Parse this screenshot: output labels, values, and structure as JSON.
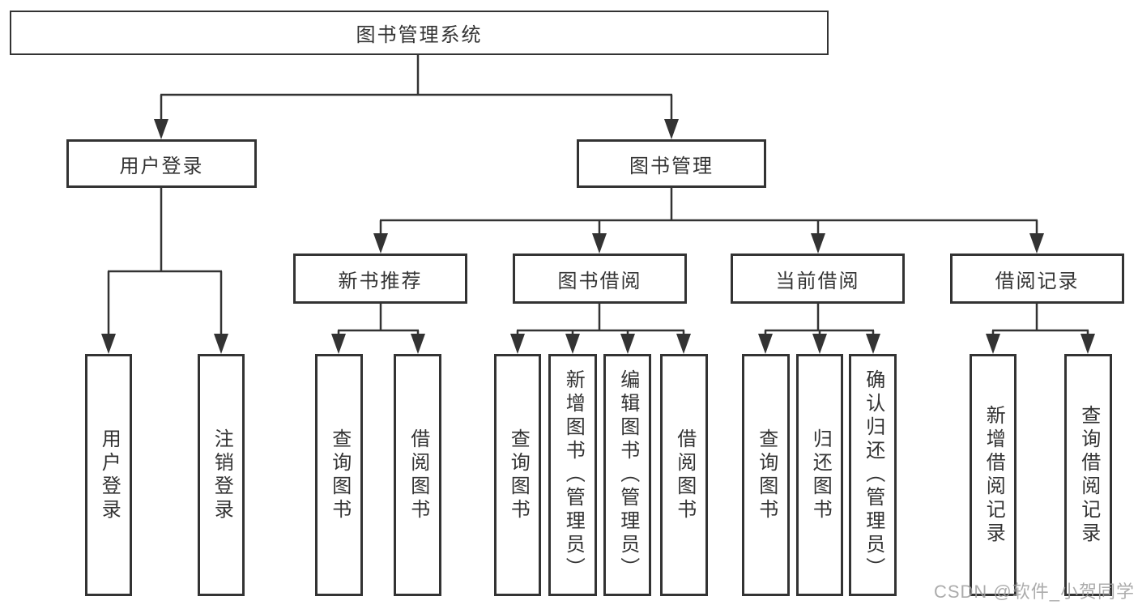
{
  "tree": {
    "root": {
      "label": "图书管理系统"
    },
    "user_login": {
      "label": "用户登录",
      "children": [
        {
          "label": "用户登录"
        },
        {
          "label": "注销登录"
        }
      ]
    },
    "book_management": {
      "label": "图书管理"
    },
    "new_book_recommend": {
      "label": "新书推荐",
      "children": [
        {
          "label": "查询图书"
        },
        {
          "label": "借阅图书"
        }
      ]
    },
    "book_borrow": {
      "label": "图书借阅",
      "children": [
        {
          "label": "查询图书"
        },
        {
          "label": "新增图书（管理员）"
        },
        {
          "label": "编辑图书（管理员）"
        },
        {
          "label": "借阅图书"
        }
      ]
    },
    "current_borrow": {
      "label": "当前借阅",
      "children": [
        {
          "label": "查询图书"
        },
        {
          "label": "归还图书"
        },
        {
          "label": "确认归还（管理员）"
        }
      ]
    },
    "borrow_record": {
      "label": "借阅记录",
      "children": [
        {
          "label": "新增借阅记录"
        },
        {
          "label": "查询借阅记录"
        }
      ]
    }
  },
  "watermark": "CSDN @软件_小贺同学",
  "colors": {
    "line": "#333333",
    "box_border": "#333333",
    "text": "#333333",
    "watermark": "#9e9e9e",
    "background": "#ffffff"
  }
}
